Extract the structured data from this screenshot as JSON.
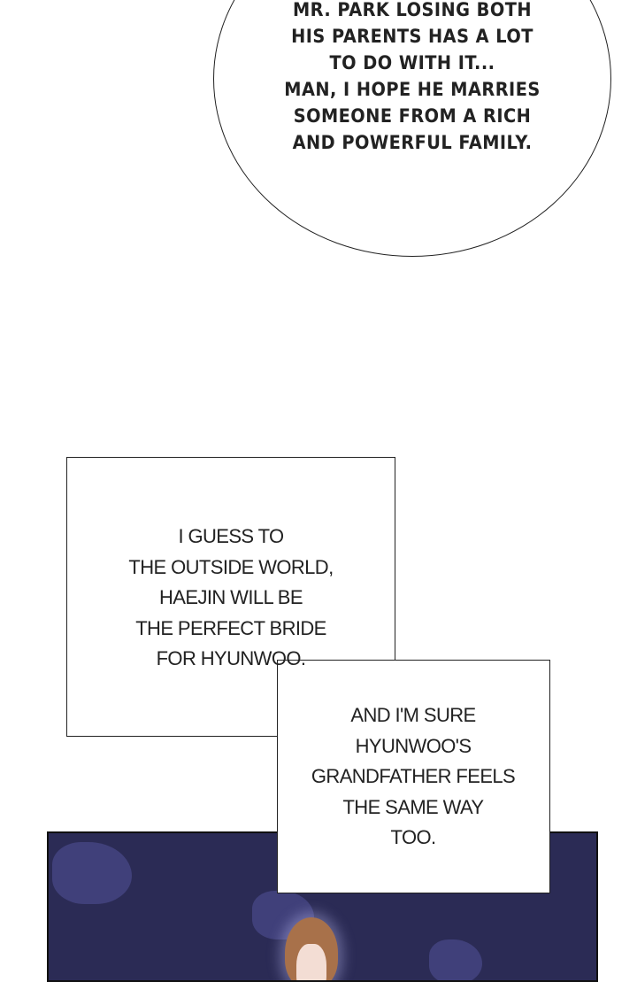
{
  "speech_bubble": {
    "lines": [
      "MR. PARK LOSING BOTH",
      "HIS PARENTS HAS A LOT",
      "TO DO WITH IT...",
      "MAN, I HOPE HE MARRIES",
      "SOMEONE FROM A RICH",
      "AND POWERFUL FAMILY."
    ]
  },
  "caption_1": {
    "lines": [
      "I GUESS TO",
      "THE OUTSIDE WORLD,",
      "HAEJIN WILL BE",
      "THE PERFECT BRIDE",
      "FOR HYUNWOO."
    ]
  },
  "caption_2": {
    "lines": [
      "AND I'M SURE",
      "HYUNWOO'S",
      "GRANDFATHER FEELS",
      "THE SAME WAY",
      "TOO."
    ]
  },
  "colors": {
    "panel_background": "#2b2b55",
    "hair": "#a8714a"
  }
}
